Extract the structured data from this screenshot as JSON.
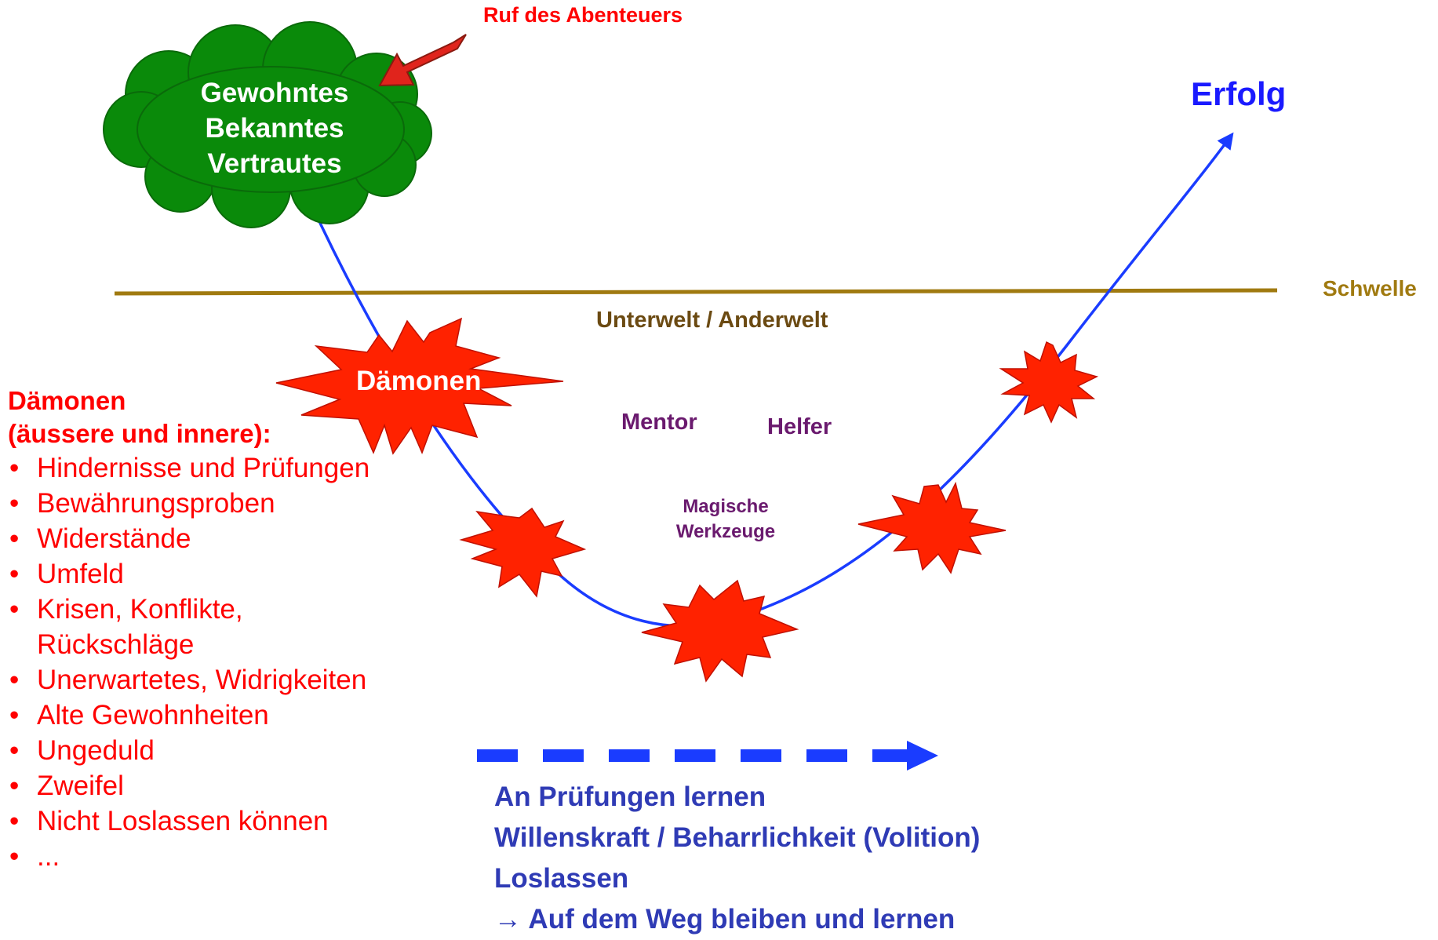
{
  "call_to_adventure": "Ruf des Abenteuers",
  "cloud": {
    "lines": [
      "Gewohntes",
      "Bekanntes",
      "Vertrautes"
    ]
  },
  "success": "Erfolg",
  "threshold": "Schwelle",
  "underworld": "Unterwelt / Anderwelt",
  "demons_star_label": "Dämonen",
  "mentor": "Mentor",
  "helper": "Helfer",
  "magic_tools": [
    "Magische",
    "Werkzeuge"
  ],
  "demons_panel": {
    "heading": [
      "Dämonen",
      "(äussere und innere):"
    ],
    "bullet": "•",
    "items": [
      "Hindernisse und Prüfungen",
      "Bewährungsproben",
      "Widerstände",
      "Umfeld",
      "Krisen, Konflikte, Rückschläge",
      "Unerwartetes, Widrigkeiten",
      "Alte Gewohnheiten",
      "Ungeduld",
      "Zweifel",
      "Nicht Loslassen können",
      "..."
    ]
  },
  "lessons": [
    "An Prüfungen lernen",
    "Willenskraft / Beharrlichkeit (Volition)",
    "Loslassen",
    "→ Auf dem Weg bleiben und lernen"
  ],
  "colors": {
    "cloud": "#0a8a0a",
    "curve": "#1a3cff",
    "threshold": "#a07a10",
    "star": "#ff2200",
    "arrow": "#e0241c",
    "dash": "#1a3cff"
  }
}
